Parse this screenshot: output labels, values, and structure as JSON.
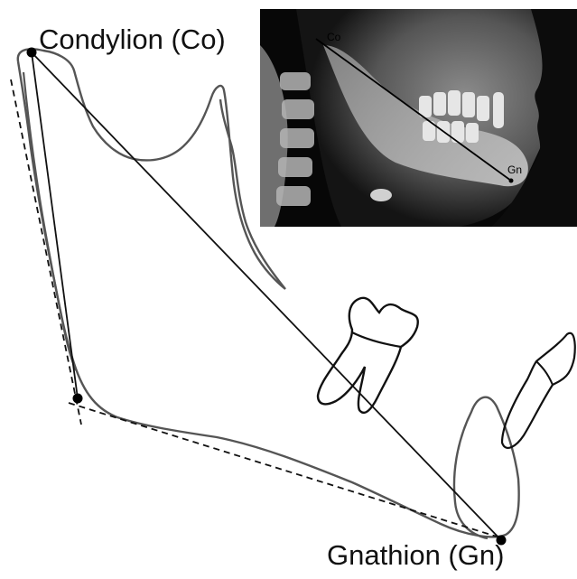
{
  "labels": {
    "condylion": "Condylion (Co)",
    "gnathion": "Gnathion (Gn)"
  },
  "inset": {
    "co": "Co",
    "gn": "Gn"
  },
  "colors": {
    "outline": "#555555",
    "line": "#111111",
    "point": "#000000"
  }
}
